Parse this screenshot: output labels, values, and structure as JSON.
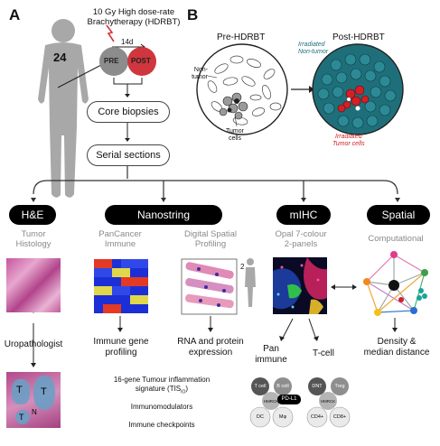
{
  "panel_a": {
    "letter": "A",
    "patient_age": "24",
    "treatment_line1": "10 Gy High dose-rate",
    "treatment_line2": "Brachytherapy (HDRBT)",
    "interval": "14d",
    "pre": "PRE",
    "post": "POST",
    "step1": "Core biopsies",
    "step2": "Serial sections"
  },
  "panel_b": {
    "letter": "B",
    "pre_title": "Pre-HDRBT",
    "post_title": "Post-HDRBT",
    "non_tumor_1": "Non-",
    "non_tumor_2": "tumor",
    "tumor_cells_1": "Tumor",
    "tumor_cells_2": "cells",
    "irr_non_tumor_1": "Irradiated",
    "irr_non_tumor_2": "Non-tumor",
    "irr_tumor_1": "Irradiated",
    "irr_tumor_2": "Tumor cells"
  },
  "methods": {
    "he": "H&E",
    "nanostring": "Nanostring",
    "mihc": "mIHC",
    "spatial": "Spatial"
  },
  "columns": {
    "he_sub1": "Tumor",
    "he_sub2": "Histology",
    "he_out": "Uropathologist",
    "pan_sub1": "PanCancer",
    "pan_sub2": "Immune",
    "pan_out1": "Immune gene",
    "pan_out2": "profiling",
    "dsp_sub1": "Digital Spatial",
    "dsp_sub2": "Profiling",
    "dsp_out1": "RNA and protein",
    "dsp_out2": "expression",
    "dsp_num": "2",
    "opal_sub1": "Opal 7-colour",
    "opal_sub2": "2-panels",
    "pan_immune1": "Pan",
    "pan_immune2": "immune",
    "tcell": "T-cell",
    "comp_sub": "Computational",
    "comp_out1": "Density &",
    "comp_out2": "median distance"
  },
  "bottom_list": {
    "item1a": "16-gene Tumour inflammation",
    "item1b": "signature (TIS",
    "item1c": ")",
    "item2": "Immunomodulators",
    "item3": "Immune checkpoints"
  },
  "panel1_markers": {
    "tcell": "T cell",
    "bcell": "B cell",
    "nucleus": "HMRCK",
    "pdl1": "PD-L1",
    "dc": "DC",
    "mphi": "Mφ"
  },
  "panel2_markers": {
    "dnt": "DNT",
    "treg": "Treg",
    "nucleus": "HMRCK",
    "cd4": "CD4+",
    "cd8": "CD8+"
  },
  "he_labels": {
    "t1": "T",
    "t2": "T",
    "t3": "T",
    "n": "N"
  },
  "colors": {
    "pre": "#7d7d7d",
    "post": "#d0363d",
    "teal": "#1f6f7a",
    "tumor_red": "#d41f26"
  }
}
